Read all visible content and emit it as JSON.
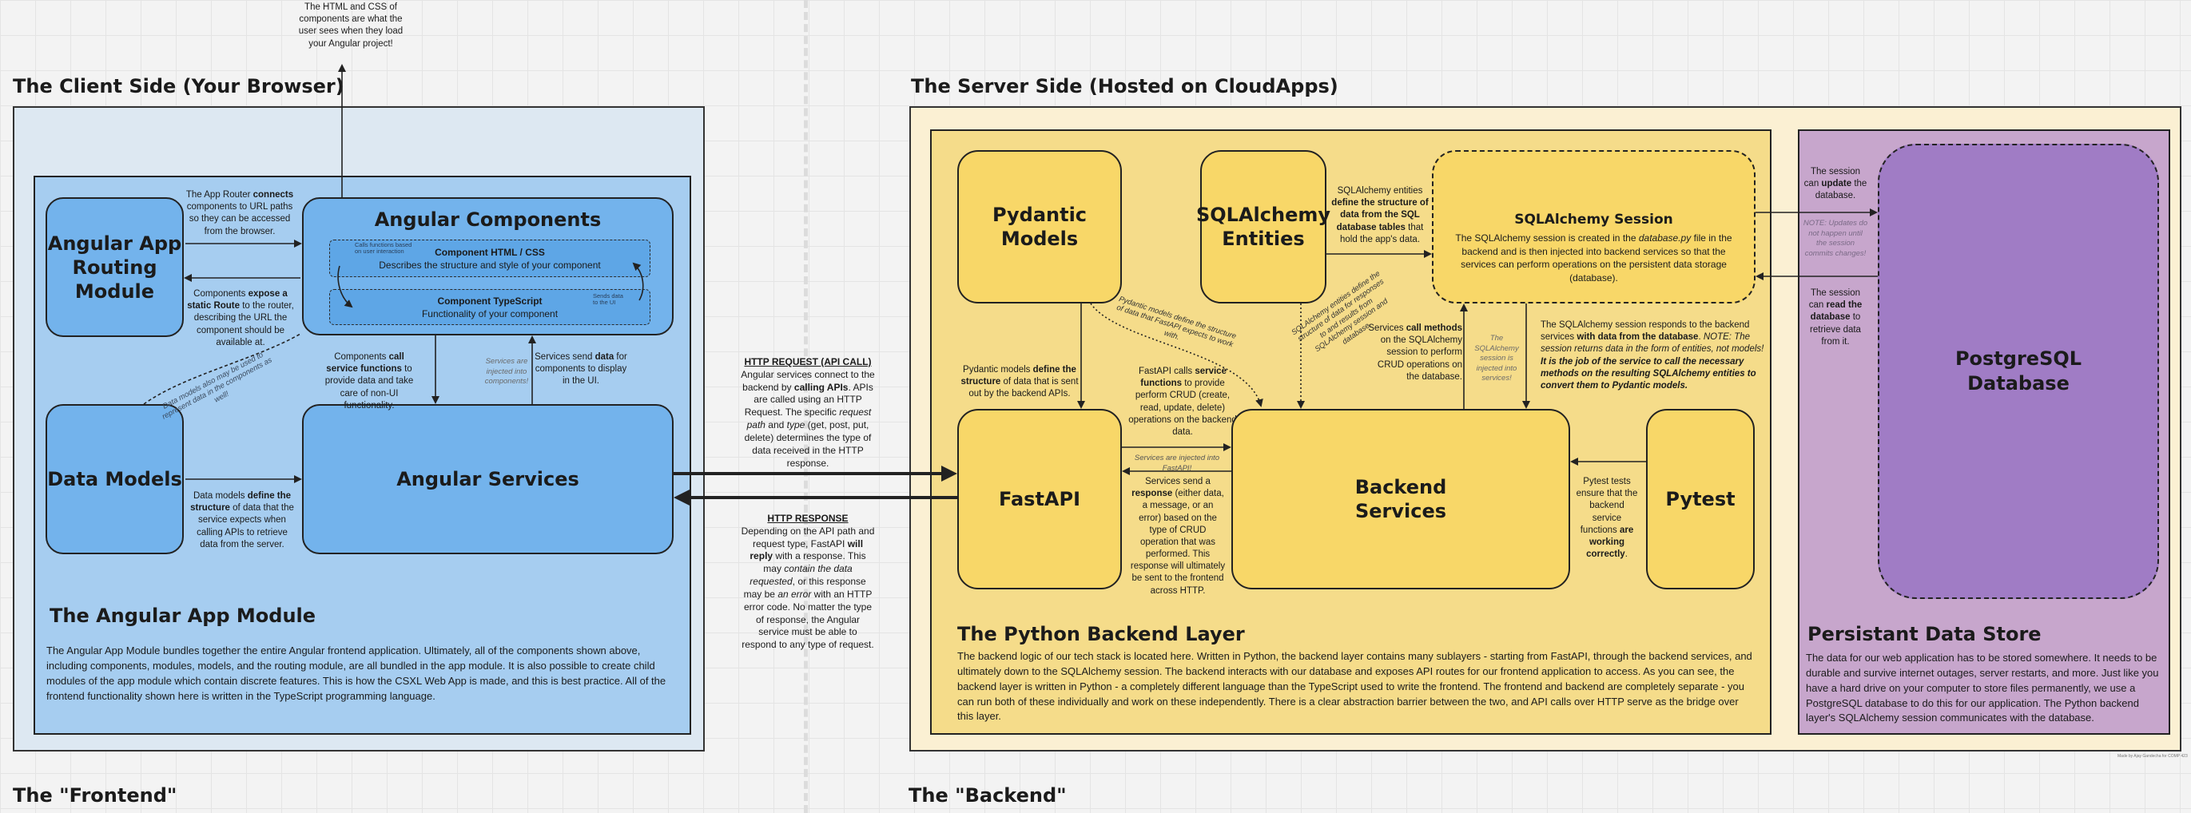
{
  "top_note": "The HTML and CSS of components are what the user sees when they load your Angular project!",
  "client_heading": "The Client Side (Your Browser)",
  "server_heading": "The Server Side (Hosted on CloudApps)",
  "frontend_label": "The \"Frontend\"",
  "backend_label": "The \"Backend\"",
  "routing_module": "Angular App Routing Module",
  "angular_components": "Angular Components",
  "component_html_title": "Component HTML / CSS",
  "component_html_desc": "Describes the structure and style of your component",
  "calls_functions_note": "Calls functions based on user interaction",
  "component_ts_title": "Component TypeScript",
  "component_ts_desc": "Functionality of your component",
  "sends_data_note": "Sends data to the UI",
  "router_connects": {
    "pre": "The App Router ",
    "b": "connects",
    "post": " components to URL paths so they can be accessed from the browser."
  },
  "static_route": {
    "pre": "Components ",
    "b": "expose a static Route",
    "post": " to the router, describing the URL the component should be available at."
  },
  "data_models": "Data Models",
  "data_models_note": "Data models also may be used to represent data in the components as well!",
  "call_service_fn": {
    "pre": "Components ",
    "b": "call service functions",
    "post": " to provide data and take care of non-UI functionality."
  },
  "services_injected_note": "Services are injected into components!",
  "services_send_data": {
    "pre": "Services send ",
    "b": "data",
    "post": " for components to display in the UI."
  },
  "angular_services": "Angular Services",
  "data_models_define": {
    "pre": "Data models ",
    "b": "define the structure",
    "post": " of data that the service expects when calling APIs to retrieve data from the server."
  },
  "app_module_title": "The Angular App Module",
  "app_module_desc": "The Angular App Module bundles together the entire Angular frontend application. Ultimately, all of the components shown above, including components, modules, models, and the routing module, are all bundled in the app module. It is also possible to create child modules of the app module which contain discrete features. This is how the CSXL Web App is made, and this is best practice. All of the frontend functionality shown here is written in the TypeScript programming language.",
  "http_request_title": "HTTP REQUEST (API CALL)",
  "http_request_desc": {
    "p1": "Angular services connect to the backend by ",
    "b": "calling APIs",
    "p2": ". APIs are called using an HTTP Request. The specific ",
    "i1": "request path",
    "p3": " and ",
    "i2": "type",
    "p4": " (get, post, put, delete) determines the type of data received in the HTTP response."
  },
  "http_response_title": "HTTP RESPONSE",
  "http_response_desc": {
    "p1": "Depending on the API path and request type, FastAPI ",
    "b": "will reply",
    "p2": " with a response. This may ",
    "i1": "contain the data requested",
    "p3": ", or this response may be ",
    "i2": "an error",
    "p4": " with an HTTP error code. No matter the type of response, the Angular service must be able to respond to any type of request."
  },
  "pydantic_models": "Pydantic Models",
  "sqlalchemy_entities": "SQLAlchemy Entities",
  "sqlalchemy_session_title": "SQLAlchemy Session",
  "sqlalchemy_session_desc": {
    "p1": "The SQLAlchemy session is created in the ",
    "i": "database.py",
    "p2": " file in the backend and is then injected into backend services so that the services can perform operations on the persistent data storage (database)."
  },
  "entities_define": {
    "pre": "SQLAlchemy entities ",
    "b": "define the structure of data from the SQL database tables",
    "post": " that hold the app's data."
  },
  "pydantic_define": {
    "pre": "Pydantic models ",
    "b": "define the structure",
    "post": " of data that is sent out by the backend APIs."
  },
  "pydantic_fastapi_note": "Pydantic models define the structure of data that FastAPI expects to work with.",
  "entities_define_rot": "SQLAlchemy entities define the structure of data for responses to and results from SQLAlchemy session and database.",
  "fastapi_calls": {
    "pre": "FastAPI calls ",
    "b": "service functions",
    "post": " to provide perform CRUD (create, read, update, delete) operations on the backend data."
  },
  "services_call_methods": {
    "pre": "Services ",
    "b": "call methods",
    "post": " on the SQLAlchemy session to perform CRUD operations on the database."
  },
  "session_injected_note": "The SQLAlchemy session is injected into services!",
  "session_responds": {
    "p1": "The SQLAlchemy session responds to the backend services ",
    "b1": "with data from the database",
    "p2": ". ",
    "i1": "NOTE: The session returns data in the form of entities, not models!",
    "p3": " ",
    "bi": "It is the job of the service to call the necessary methods on the resulting SQLAlchemy entities to convert them to Pydantic models."
  },
  "services_injected_fastapi": "Services are injected into FastAPI!",
  "fastapi": "FastAPI",
  "backend_services": "Backend Services",
  "pytest": "Pytest",
  "services_send_response": {
    "pre": "Services send a ",
    "b": "response",
    "post": " (either data, a message, or an error) based on the type of CRUD operation that was performed. This response will ultimately be sent to the frontend across HTTP."
  },
  "pytest_note": {
    "pre": "Pytest tests ensure that the backend service functions ",
    "b": "are working correctly",
    "post": "."
  },
  "python_backend_title": "The Python Backend Layer",
  "python_backend_desc": "The backend logic of our tech stack is located here. Written in Python, the backend layer contains many sublayers - starting from FastAPI, through the backend services, and ultimately down to the SQLAlchemy session. The backend interacts with our database and exposes API routes for our frontend application to access. As you can see, the backend layer is written in Python - a completely different language than the TypeScript used to write the frontend. The frontend and backend are completely separate - you can run both of these individually and work on these independently. There is a clear abstraction barrier between the two, and API calls over HTTP serve as the bridge over this layer.",
  "session_update": {
    "pre": "The session can ",
    "b": "update",
    "post": " the database."
  },
  "updates_note": "NOTE: Updates do not happen until the session commits changes!",
  "session_read": {
    "pre": "The session can ",
    "b": "read the database",
    "post": " to retrieve data from it."
  },
  "postgres": "PostgreSQL Database",
  "persistent_title": "Persistant Data Store",
  "persistent_desc": "The data for our web application has to be stored somewhere. It needs to be durable and survive internet outages, server restarts, and more. Just like you have a hard drive on your computer to store files permanently, we use a PostgreSQL database to do this for our application. The Python backend layer's SQLAlchemy session communicates with the database.",
  "credit": "Made by Ajay Gandecha for COMP 423",
  "colors": {
    "client_bg": "#dde8f2",
    "module_bg": "#a6cdf0",
    "blue_box": "#73b3ec",
    "server_bg": "#fbf0d3",
    "backend_bg": "#f5dc8a",
    "yellow_box": "#f8d768",
    "purple_bg": "#c7a6cc",
    "purple_box": "#a07cc5"
  }
}
